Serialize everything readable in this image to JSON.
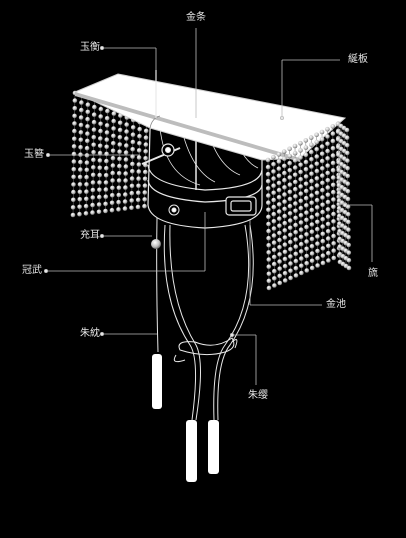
{
  "labels": {
    "jintiao": "金条",
    "yuheng": "玉衡",
    "yanban": "綖板",
    "yuzan": "玉簪",
    "chonger": "充耳",
    "guanwu": "冠武",
    "liu": "旒",
    "jinchi": "金池",
    "zhudan": "朱紞",
    "zhuying": "朱缨"
  },
  "colors": {
    "background": "#000000",
    "line": "#e8e8e8",
    "fill": "#ffffff",
    "text": "#e6e6e6"
  }
}
